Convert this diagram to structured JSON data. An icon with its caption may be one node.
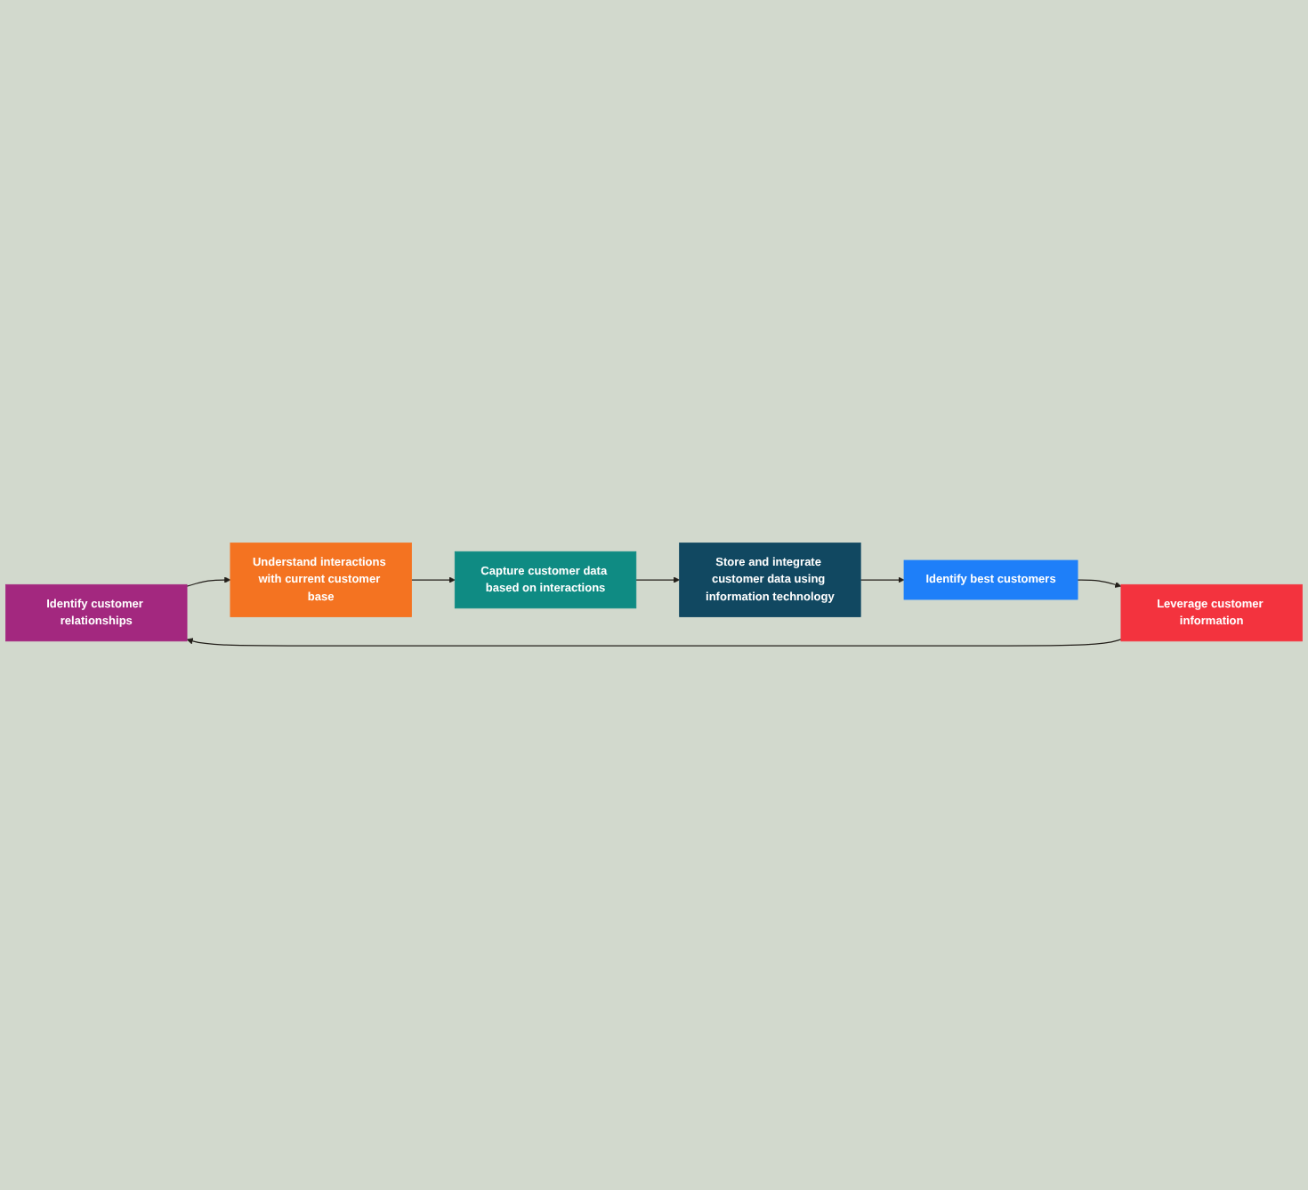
{
  "diagram": {
    "nodes": [
      {
        "text": [
          "Identify customer relationships"
        ]
      },
      {
        "text": [
          "Understand interactions with current customer base"
        ]
      },
      {
        "text": [
          "Capture customer data based on interactions"
        ]
      },
      {
        "text": [
          "Store and integrate customer data using information technology"
        ]
      },
      {
        "text": [
          "Identify best customers"
        ]
      },
      {
        "text": [
          "Leverage customer information"
        ]
      }
    ],
    "edges": [
      {
        "from": 0,
        "to": 1,
        "arrow": "to"
      },
      {
        "from": 1,
        "to": 2,
        "arrow": "to"
      },
      {
        "from": 2,
        "to": 3,
        "arrow": "to"
      },
      {
        "from": 3,
        "to": 4,
        "arrow": "to"
      },
      {
        "from": 4,
        "to": 5,
        "arrow": "to"
      },
      {
        "from": 5,
        "to": 0,
        "arrow": "to"
      }
    ]
  }
}
